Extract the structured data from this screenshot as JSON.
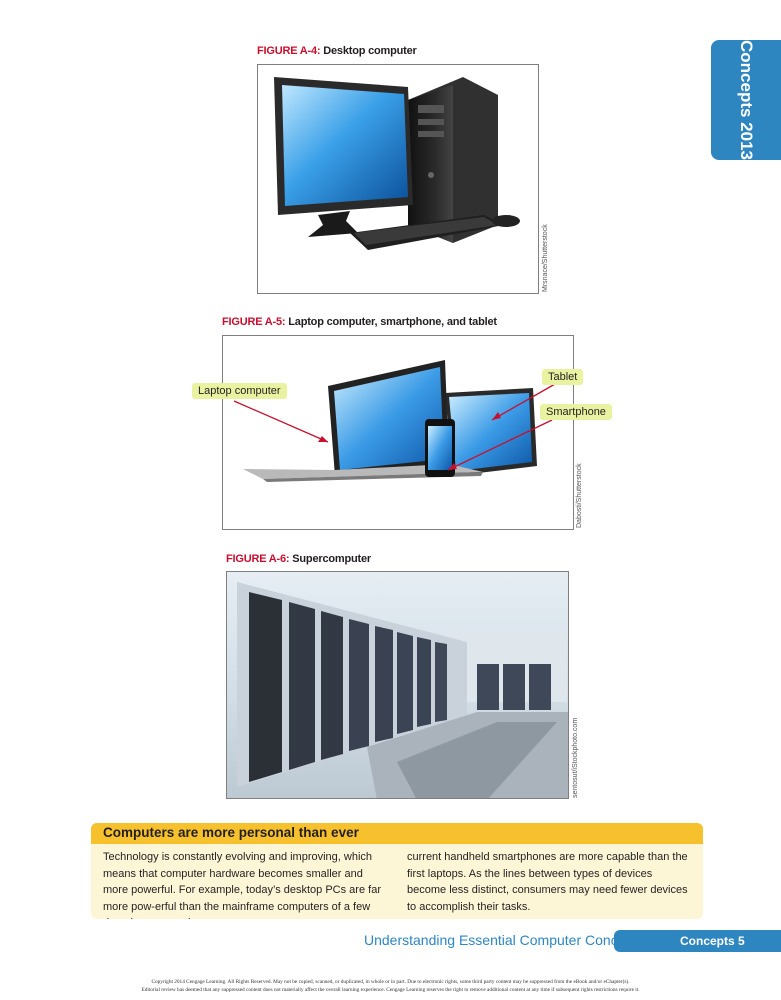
{
  "side_tab": {
    "label": "Concepts 2013"
  },
  "figures": [
    {
      "label": "FIGURE A-4:",
      "caption": "Desktop computer",
      "credit": "Mrsnace/Shutterstock"
    },
    {
      "label": "FIGURE A-5:",
      "caption": "Laptop computer, smartphone, and tablet",
      "credit": "Dabosti/Shutterstock",
      "callouts": {
        "laptop": "Laptop computer",
        "tablet": "Tablet",
        "smartphone": "Smartphone"
      }
    },
    {
      "label": "FIGURE A-6:",
      "caption": "Supercomputer",
      "credit": "sentosut/iStockphoto.com"
    }
  ],
  "sidebar": {
    "title": "Computers are more personal than ever",
    "col1": "Technology is constantly evolving and improving, which means that computer hardware becomes smaller and more powerful. For example, today’s desktop PCs are far more pow-erful than the mainframe computers of a few decades ago, and",
    "col2": "current handheld smartphones are more capable than the first laptops. As the lines between types of devices become less distinct, consumers may need fewer devices to accomplish their tasks."
  },
  "footer": {
    "title": "Understanding Essential Computer Concepts",
    "page_label": "Concepts 5",
    "copyright_1": "Copyright 2014 Cengage Learning. All Rights Reserved. May not be copied, scanned, or duplicated, in whole or in part. Due to electronic rights, some third party content may be suppressed from the eBook and/or eChapter(s).",
    "copyright_2": "Editorial review has deemed that any suppressed content does not materially affect the overall learning experience. Cengage Learning reserves the right to remove additional content at any time if subsequent rights restrictions require it."
  }
}
